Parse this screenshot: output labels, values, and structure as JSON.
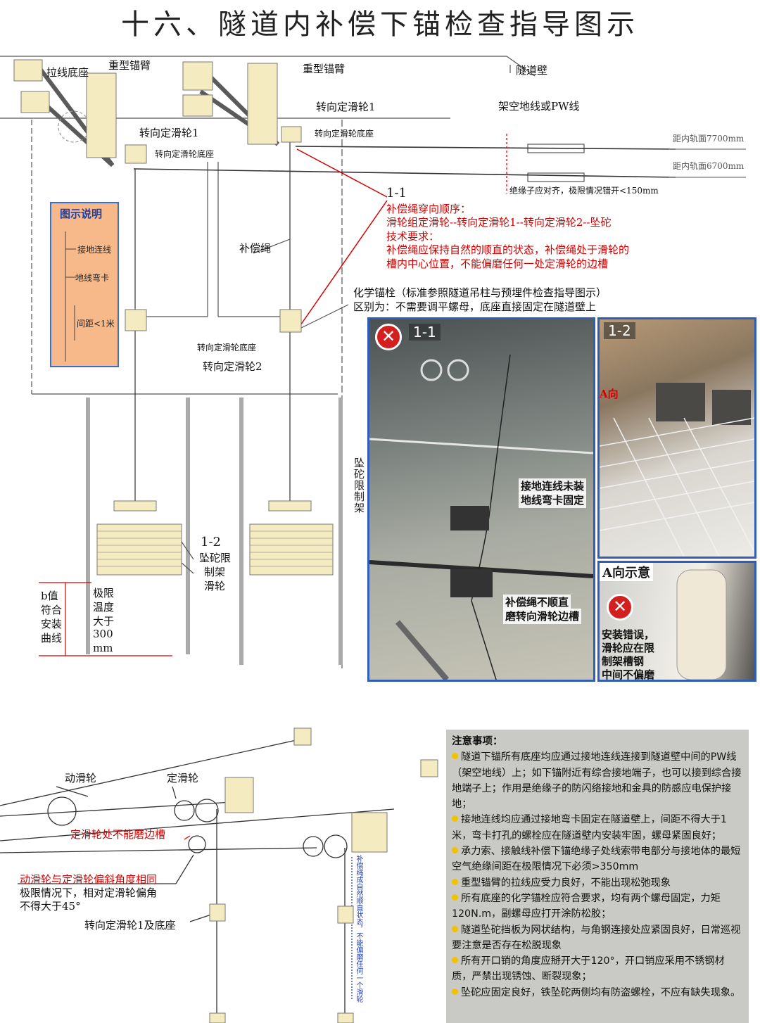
{
  "title": "十六、隧道内补偿下锚检查指导图示",
  "top_labels": {
    "guy_base": "拉线底座",
    "heavy_arm_left": "重型锚臂",
    "heavy_arm_right": "重型锚臂",
    "tunnel_wall": "隧道壁",
    "pulley1_right": "转向定滑轮1",
    "overhead_ground": "架空地线或PW线",
    "pulley1_left": "转向定滑轮1",
    "pulley_base_right": "转向定滑轮底座",
    "pulley_base_left": "转向定滑轮底座",
    "dist_7700": "距内轨面7700mm",
    "dist_6700": "距内轨面6700mm",
    "insulator_note": "绝缘子应对齐，极限情况错开<150mm",
    "comp_rope": "补偿绳",
    "pulley_base_2": "转向定滑轮底座",
    "pulley2": "转向定滑轮2",
    "weight_limit_frame": "坠砣限制架"
  },
  "legend": {
    "title": "图示说明",
    "ground_link": "接地连线",
    "ground_clamp": "地线弯卡",
    "spacing": "间距<1米"
  },
  "requirements": {
    "ref": "1-1",
    "order_title": "补偿绳穿向顺序：",
    "order": "滑轮组定滑轮--转向定滑轮1--转向定滑轮2--坠砣",
    "tech_title": "技术要求：",
    "tech_line1": "补偿绳应保持自然的顺直的状态，补偿绳处于滑轮的",
    "tech_line2": "槽内中心位置，不能偏磨任何一处定滑轮的边槽"
  },
  "anchor_note": {
    "line1": "化学锚栓（标准参照隧道吊柱与预埋件检查指导图示）",
    "line2": "区别为：不需要调平螺母，底座直接固定在隧道壁上"
  },
  "weight_labels": {
    "ref": "1-2",
    "frame_pulley": [
      "坠砣限",
      "制架",
      "滑轮"
    ],
    "b_value": [
      "b值",
      "符合",
      "安装",
      "曲线"
    ],
    "limit_temp": [
      "极限",
      "温度",
      "大于",
      "300",
      "mm"
    ]
  },
  "photos": {
    "p11_num": "1-1",
    "p11_cap1_a": "接地连线未装",
    "p11_cap1_b": "地线弯卡固定",
    "p11_cap2_a": "补偿绳不顺直",
    "p11_cap2_b": "磨转向滑轮边槽",
    "p12_num": "1-2",
    "p12_dir": "A向",
    "pa_title": "A向示意",
    "pa_cap": [
      "安装错误，",
      "滑轮应在限",
      "制架槽钢",
      "中间不偏磨"
    ]
  },
  "bottom_labels": {
    "moving_pulley": "动滑轮",
    "fixed_pulley": "定滑轮",
    "no_rub": "定滑轮处不能磨边槽",
    "angle_line1": "动滑轮与定滑轮偏斜角度相同",
    "angle_line2": "极限情况下，相对定滑轮偏角",
    "angle_line3": "不得大于45°",
    "pulley1_base": "转向定滑轮1及底座",
    "rope_vertical": "补偿绳成自然顺直状态，不能偏磨任何一个滑轮"
  },
  "notes": {
    "title": "注意事项：",
    "items": [
      "隧道下锚所有底座均应通过接地连线连接到隧道壁中间的PW线（架空地线）上；如下锚附近有综合接地端子，也可以接到综合接地端子上；作用是绝缘子的防闪络接地和金具的防感应电保护接地；",
      "接地连线均应通过接地弯卡固定在隧道壁上，间距不得大于1米，弯卡打孔的螺栓应在隧道壁内安装牢固，螺母紧固良好；",
      "承力索、接触线补偿下锚绝缘子处线索带电部分与接地体的最短空气绝缘间距在极限情况下必须>350mm",
      "重型锚臂的拉线应受力良好，不能出现松弛现象",
      "所有底座的化学锚栓应符合要求，均有两个螺母固定，力矩120N.m，副螺母应打开涂防松胶；",
      "隧道坠砣挡板为网状结构，与角钢连接处应紧固良好，日常巡视要注意是否存在松脱现象",
      "所有开口销的角度应掰开大于120°，开口销应采用不锈钢材质，严禁出现锈蚀、断裂现象；",
      "坠砣应固定良好，铁坠砣两侧均有防盗螺栓，不应有缺失现象。"
    ]
  },
  "colors": {
    "accent_red": "#d40000",
    "accent_blue": "#1c3fa6",
    "legend_bg": "#f7b98a",
    "notes_bg": "#c9c9c6",
    "base_plate": "#f4ecc0"
  }
}
